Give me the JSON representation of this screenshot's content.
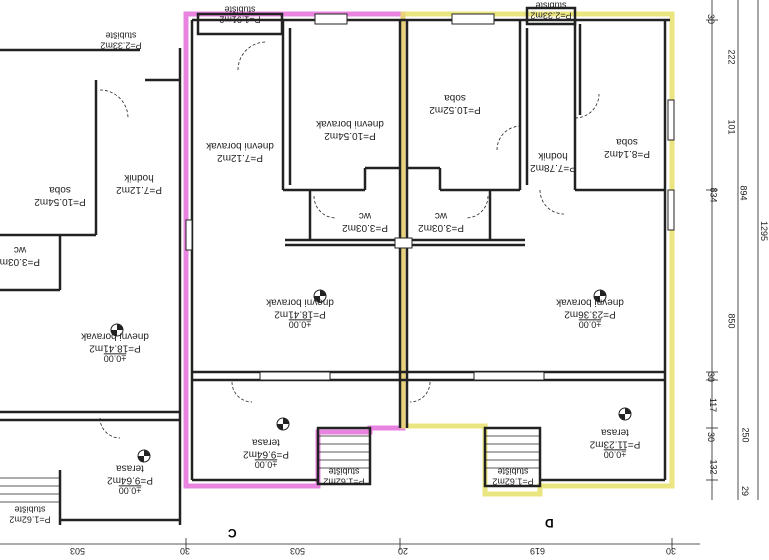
{
  "colors": {
    "unit_c": "#e05ad6",
    "unit_d": "#e8e06a",
    "wall": "#222222"
  },
  "units": {
    "c": "C",
    "d": "D"
  },
  "unit_c": {
    "terasa": {
      "name": "terasa",
      "area": "P=9.64m2",
      "level": "±0.00"
    },
    "stubiste_bottom": {
      "name": "stubište",
      "area": "P=1.62m2"
    },
    "stubiste_top": {
      "name": "stubište",
      "area": "P=1.91m2"
    },
    "dnevni": {
      "name": "dnevni boravak",
      "area": "P=18.41m2",
      "level": "±0.00"
    },
    "wc": {
      "name": "wc",
      "area": "P=3.03m2"
    },
    "hodnik": {
      "name": "dnevni boravak",
      "area": "P=7.12m2"
    },
    "soba": {
      "name": "dnevni boravak",
      "area": "P=10.54m2"
    }
  },
  "unit_d": {
    "terasa": {
      "name": "terasa",
      "area": "P=11.23m2",
      "level": "±0.00"
    },
    "stubiste_bottom": {
      "name": "stubište",
      "area": "P=1.62m2"
    },
    "stubiste_top": {
      "name": "stubište",
      "area": "P=2.33m2"
    },
    "dnevni": {
      "name": "dnevni boravak",
      "area": "P=23.36m2",
      "level": "±0.00"
    },
    "wc": {
      "name": "wc",
      "area": "P=3.03m2"
    },
    "hodnik": {
      "name": "hodnik",
      "area": "P=7.78m2"
    },
    "soba_a": {
      "name": "soba",
      "area": "P=10.52m2"
    },
    "soba_b": {
      "name": "soba",
      "area": "P=8.14m2"
    }
  },
  "left_unit": {
    "terasa": {
      "name": "terasa",
      "area": "P=9.64m2",
      "level": "±0.00"
    },
    "stubiste_bottom": {
      "name": "stubište",
      "area": "P=1.62m2"
    },
    "stubiste_top": {
      "name": "stubište",
      "area": "P=2.33m2"
    },
    "dnevni": {
      "name": "dnevni boravak",
      "area": "P=18.41m2",
      "level": "±0.00"
    },
    "wc": {
      "name": "wc",
      "area": "P=3.03m2"
    },
    "hodnik": {
      "name": "hodnik",
      "area": "P=7.12m2"
    },
    "soba": {
      "name": "soba",
      "area": "P=10.54m2"
    }
  },
  "dims_bottom": [
    "503",
    "30",
    "503",
    "20",
    "619",
    "30"
  ],
  "dims_right_inner": [
    "30",
    "222",
    "101",
    "834",
    "850",
    "30",
    "117",
    "30",
    "250",
    "132",
    "29"
  ],
  "dims_right_outer": [
    "894"
  ],
  "dims_far_right": [
    "1295"
  ]
}
